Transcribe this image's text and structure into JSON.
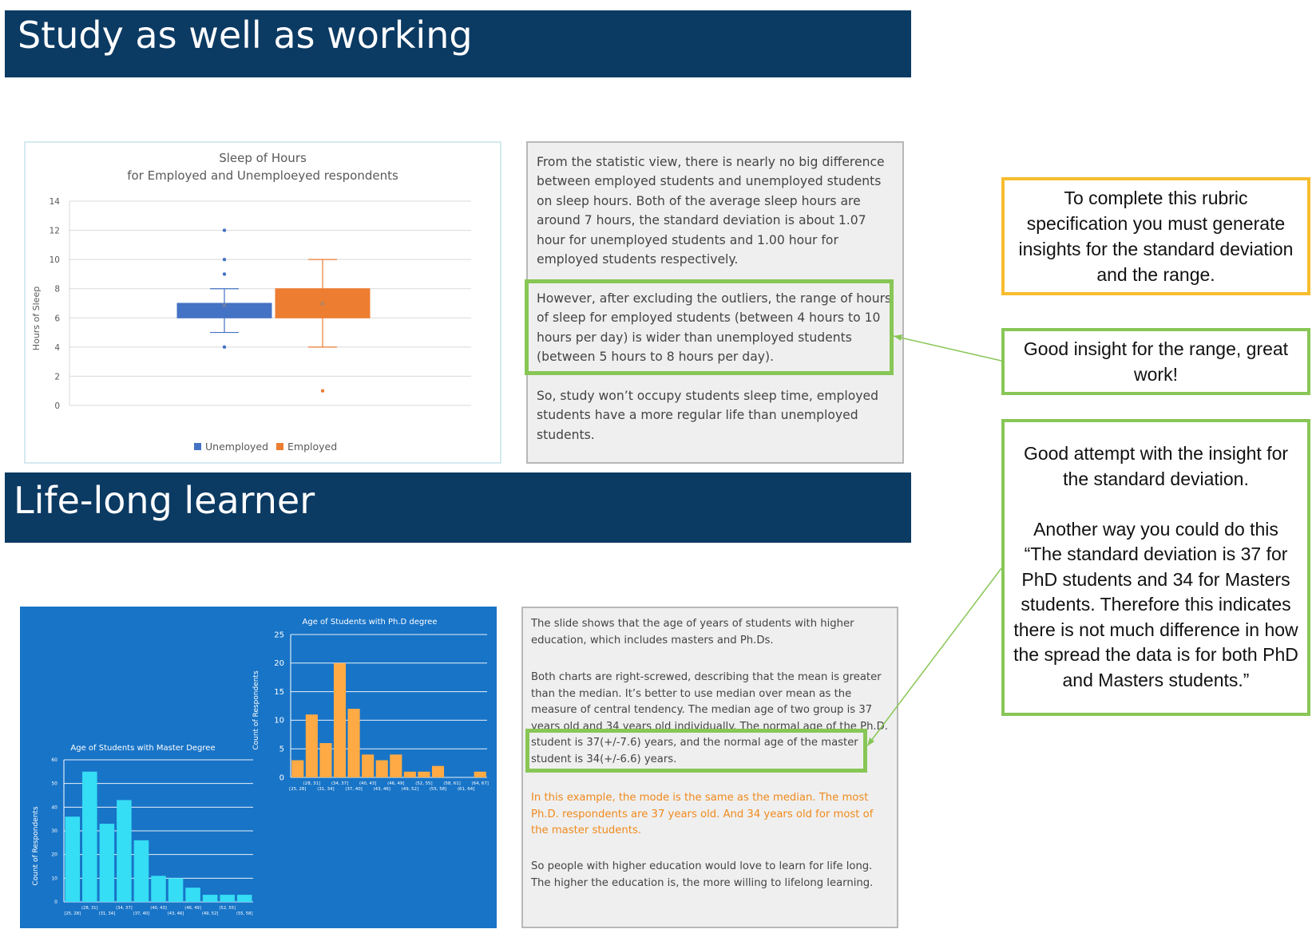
{
  "section1": {
    "title": "Study as well as working",
    "chart": {
      "title_line1": "Sleep of Hours",
      "title_line2": "for Employed and Unemploeyed respondents",
      "ylabel": "Hours of Sleep"
    },
    "text": {
      "p1": "From the statistic view, there is nearly no big difference between employed students and unemployed students on sleep hours.  Both of the average sleep hours are around 7 hours, the standard deviation is about 1.07 hour for unemployed students and 1.00 hour for employed students respectively.",
      "p2": "However, after excluding the outliers, the range of hours of sleep for employed students (between 4 hours to 10 hours per day) is wider than unemployed students (between 5 hours to 8 hours per day).",
      "p3": "So, study won’t occupy students sleep time, employed students have a more regular life than unemployed students."
    }
  },
  "section2": {
    "title": "Life-long learner",
    "phd_chart": {
      "title": "Age of Students with Ph.D degree",
      "ylabel": "Count of Respondents"
    },
    "master_chart": {
      "title": "Age of Students with Master Degree",
      "ylabel": "Count of Respondents"
    },
    "text": {
      "p1": "The slide shows that the age of years of students with higher education, which includes masters and Ph.Ds.",
      "p2": "Both charts are right-screwed, describing that the mean is greater than the median. It’s better to use median over mean as the measure of central tendency. The median age of two group is 37 years old and 34 years old individually. The normal age of the Ph.D. student is 37(+/-7.6) years, and the normal age of the master student is 34(+/-6.6) years.",
      "p3": "In this example, the mode is the same as the median. The most Ph.D. respondents are 37 years old. And 34 years old for most of the master students.",
      "p4": "So people with higher education would love to learn for life long. The higher the education is, the more  willing to lifelong learning."
    }
  },
  "feedback": {
    "note1": "To complete this rubric specification you must generate insights for the standard deviation and the range.",
    "note2": "Good insight for the range, great work!",
    "note3a": "Good attempt with the insight for the standard deviation.",
    "note3b": "Another way you could do this “The standard deviation is 37 for PhD students and 34 for Masters students. Therefore this indicates there is not much difference in how the spread the data is for both PhD and Masters students.”"
  },
  "colors": {
    "banner": "#0b3a63",
    "unemployed": "#4472c4",
    "employed": "#ed7d31",
    "phd_bars": "#ffaa44",
    "master_bars": "#35ddf5",
    "highlight": "#88c656",
    "note_yellow": "#f7bd2e"
  },
  "chart_data": [
    {
      "type": "box",
      "title": "Sleep of Hours",
      "subtitle": "for Employed and Unemploeyed respondents",
      "xlabel": "",
      "ylabel": "Hours of Sleep",
      "ylim": [
        0,
        14
      ],
      "yticks": [
        0,
        2,
        4,
        6,
        8,
        10,
        12,
        14
      ],
      "grid": true,
      "legend": "bottom",
      "series": [
        {
          "name": "Unemployed",
          "min": 5,
          "q1": 6,
          "median": 7,
          "q3": 7,
          "max": 8,
          "mean": 6.9,
          "outliers": [
            4,
            9,
            10,
            12
          ]
        },
        {
          "name": "Employed",
          "min": 4,
          "q1": 6,
          "median": 7,
          "q3": 8,
          "max": 10,
          "mean": 7,
          "outliers": [
            1
          ]
        }
      ]
    },
    {
      "type": "bar",
      "title": "Age of Students with Ph.D degree",
      "xlabel": "",
      "ylabel": "Count of Respondents",
      "ylim": [
        0,
        25
      ],
      "yticks": [
        0,
        5,
        10,
        15,
        20,
        25
      ],
      "categories": [
        "[25, 28]",
        "(28, 31]",
        "(31, 34]",
        "(34, 37]",
        "(37, 40]",
        "(40, 43]",
        "(43, 46]",
        "(46, 49]",
        "(49, 52]",
        "(52, 55]",
        "(55, 58]",
        "(58, 61]",
        "(61, 64]",
        "(64, 67]"
      ],
      "values": [
        3,
        11,
        6,
        20,
        12,
        4,
        3,
        4,
        1,
        1,
        2,
        0,
        0,
        1
      ]
    },
    {
      "type": "bar",
      "title": "Age of Students with Master Degree",
      "xlabel": "",
      "ylabel": "Count of Respondents",
      "ylim": [
        0,
        60
      ],
      "yticks": [
        0,
        10,
        20,
        30,
        40,
        50,
        60
      ],
      "categories": [
        "[25, 28]",
        "(28, 31]",
        "(31, 34]",
        "(34, 37]",
        "(37, 40]",
        "(40, 43]",
        "(43, 46]",
        "(46, 49]",
        "(49, 52]",
        "(52, 55]",
        "(55, 58]"
      ],
      "values": [
        36,
        55,
        33,
        43,
        26,
        11,
        10,
        6,
        3,
        3,
        3
      ]
    }
  ]
}
